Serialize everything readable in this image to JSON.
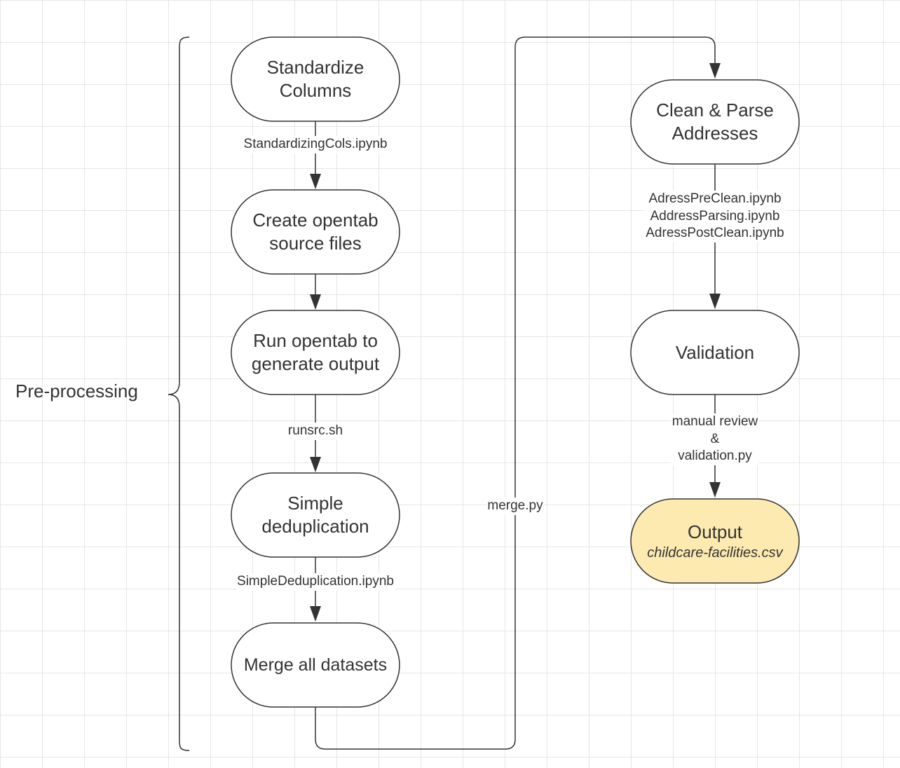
{
  "nodes": {
    "standardize": "Standardize\nColumns",
    "create_opentab": "Create opentab\nsource files",
    "run_opentab": "Run opentab to\ngenerate output",
    "simple_dedup": "Simple\ndeduplication",
    "merge_all": "Merge all datasets",
    "clean_parse": "Clean & Parse\nAddresses",
    "validation": "Validation",
    "output_title": "Output",
    "output_file": "childcare-facilities.csv"
  },
  "edges": {
    "standardize_script": "StandardizingCols.ipynb",
    "run_script": "runsrc.sh",
    "dedup_script": "SimpleDeduplication.ipynb",
    "merge_script": "merge.py",
    "address_scripts": "AdressPreClean.ipynb\nAddressParsing.ipynb\nAdressPostClean.ipynb",
    "validation_scripts": "manual review\n&\nvalidation.py"
  },
  "groups": {
    "preprocessing": "Pre-processing"
  },
  "colors": {
    "output_fill": "#fdeab0",
    "stroke": "#333333"
  }
}
